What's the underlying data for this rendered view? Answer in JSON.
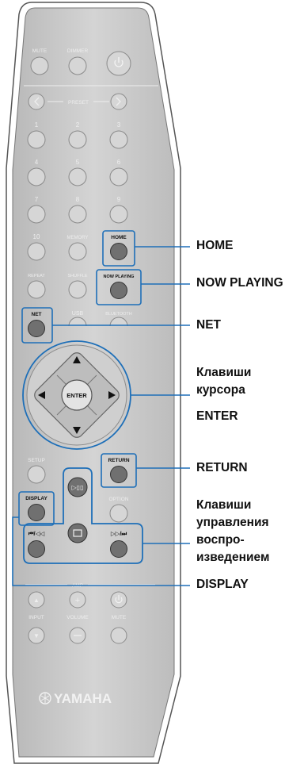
{
  "remote": {
    "buttons": {
      "mute": "MUTE",
      "dimmer": "DIMMER",
      "preset": "PRESET",
      "num1": "1",
      "num2": "2",
      "num3": "3",
      "num4": "4",
      "num5": "5",
      "num6": "6",
      "num7": "7",
      "num8": "8",
      "num9": "9",
      "num10": "10",
      "memory": "MEMORY",
      "home": "HOME",
      "repeat": "REPEAT",
      "shuffle": "SHUFFLE",
      "now_playing": "NOW PLAYING",
      "net": "NET",
      "usb": "USB",
      "bluetooth": "BLUETOOTH",
      "enter": "ENTER",
      "setup": "SETUP",
      "return": "RETURN",
      "option": "OPTION",
      "display": "DISPLAY",
      "amp": "AMP",
      "input": "INPUT",
      "volume": "VOLUME",
      "mute2": "MUTE"
    },
    "brand": "YAMAHA"
  },
  "callouts": {
    "home": "HOME",
    "now_playing": "NOW PLAYING",
    "net": "NET",
    "cursor_line1": "Клавиши",
    "cursor_line2": "курсора",
    "enter": "ENTER",
    "return": "RETURN",
    "playback_line1": "Клавиши",
    "playback_line2": "управления",
    "playback_line3": "воспро-",
    "playback_line4": "изведением",
    "display": "DISPLAY"
  },
  "colors": {
    "body": "#c8c8c8",
    "button": "#d9d9d9",
    "button_active": "#707070",
    "callout_line": "#1e6fb8"
  }
}
